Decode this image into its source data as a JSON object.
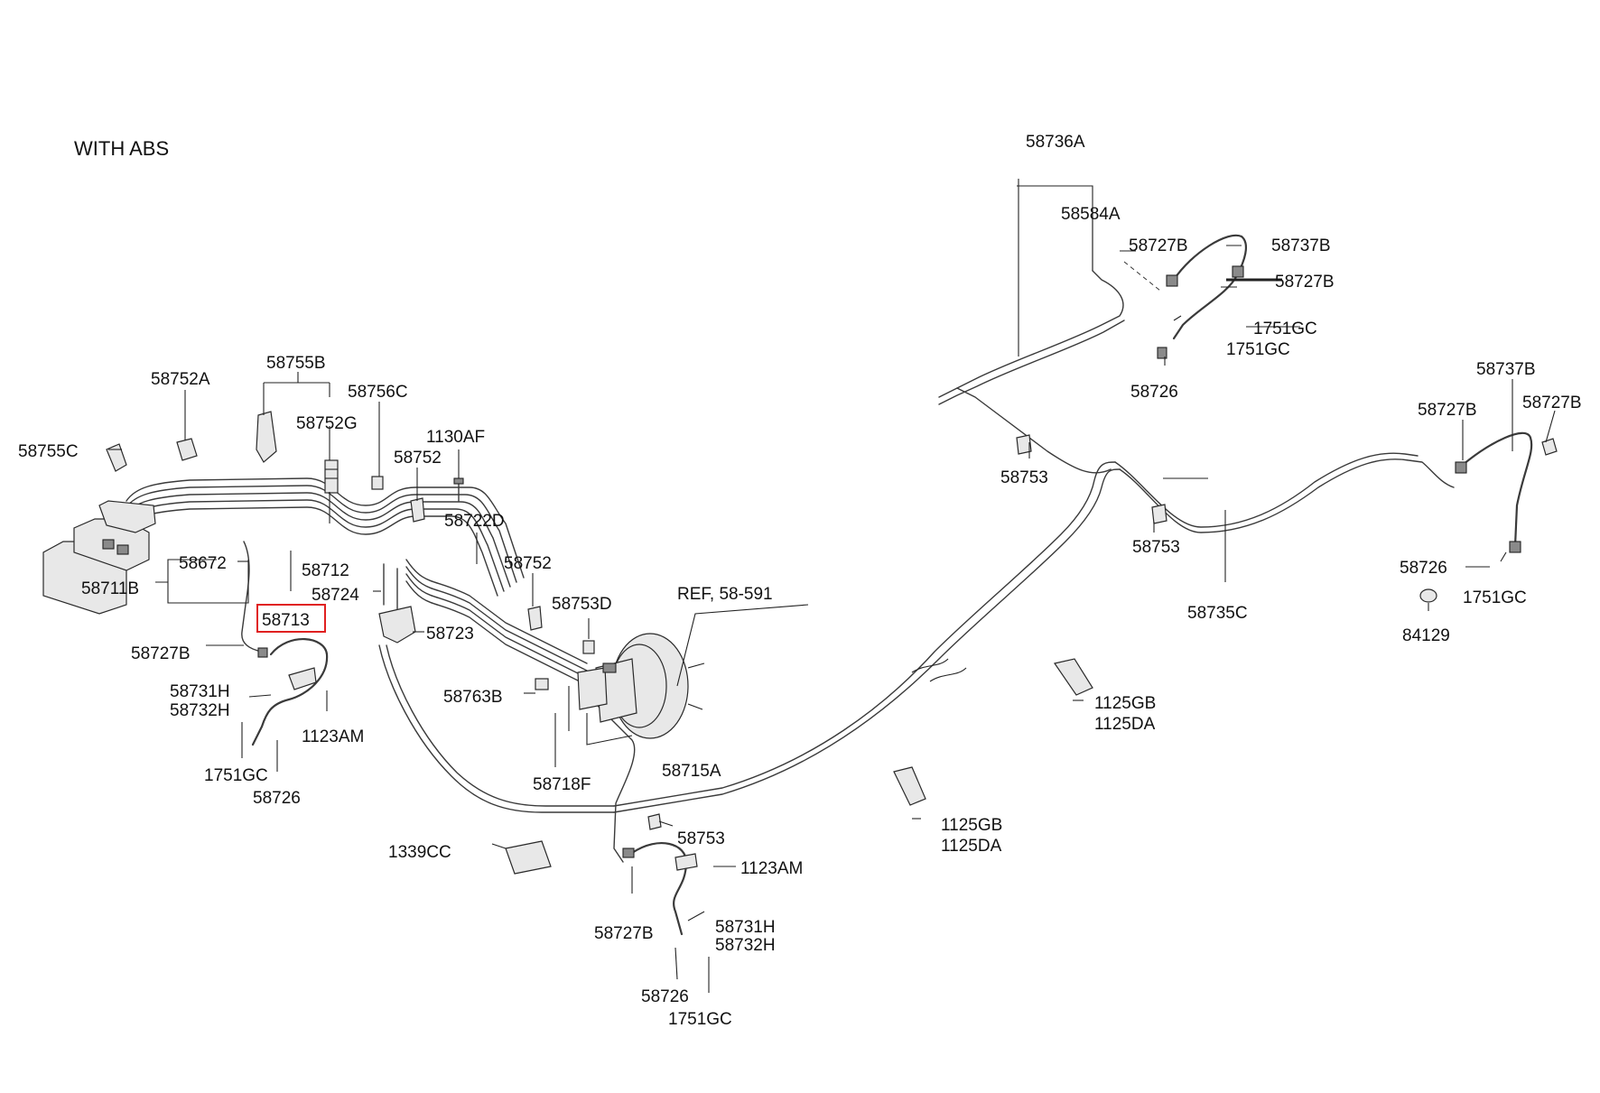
{
  "diagram": {
    "title": "WITH ABS",
    "highlight_color": "#e02020",
    "labels": {
      "l58736A": "58736A",
      "l58584A": "58584A",
      "l58727B_a": "58727B",
      "l58737B_a": "58737B",
      "l58727B_b": "58727B",
      "l1751GC_a": "1751GC",
      "l1751GC_b": "1751GC",
      "l58726_a": "58726",
      "l58737B_b": "58737B",
      "l58727B_c": "58727B",
      "l58727B_d": "58727B",
      "l58753_a": "58753",
      "l58753_b": "58753",
      "l58735C": "58735C",
      "l58726_b": "58726",
      "l1751GC_c": "1751GC",
      "l84129": "84129",
      "l58755B": "58755B",
      "l58752A": "58752A",
      "l58756C": "58756C",
      "l58752G": "58752G",
      "l1130AF": "1130AF",
      "l58755C": "58755C",
      "l58752_a": "58752",
      "l58722D": "58722D",
      "l58672": "58672",
      "l58712": "58712",
      "l58711B": "58711B",
      "l58724": "58724",
      "l58713": "58713",
      "l58752_b": "58752",
      "l58723": "58723",
      "l58753D": "58753D",
      "lREF": "REF, 58-591",
      "l58727B_e": "58727B",
      "l58763B": "58763B",
      "l58731H_a": "58731H",
      "l58732H_a": "58732H",
      "l1123AM_a": "1123AM",
      "l1751GC_d": "1751GC",
      "l58726_c": "58726",
      "l58715A": "58715A",
      "l58718F": "58718F",
      "l1125GB_a": "1125GB",
      "l1125DA_a": "1125DA",
      "l58753_c": "58753",
      "l1125GB_b": "1125GB",
      "l1125DA_b": "1125DA",
      "l1339CC": "1339CC",
      "l1123AM_b": "1123AM",
      "l58731H_b": "58731H",
      "l58732H_b": "58732H",
      "l58727B_f": "58727B",
      "l58726_d": "58726",
      "l1751GC_e": "1751GC"
    }
  }
}
